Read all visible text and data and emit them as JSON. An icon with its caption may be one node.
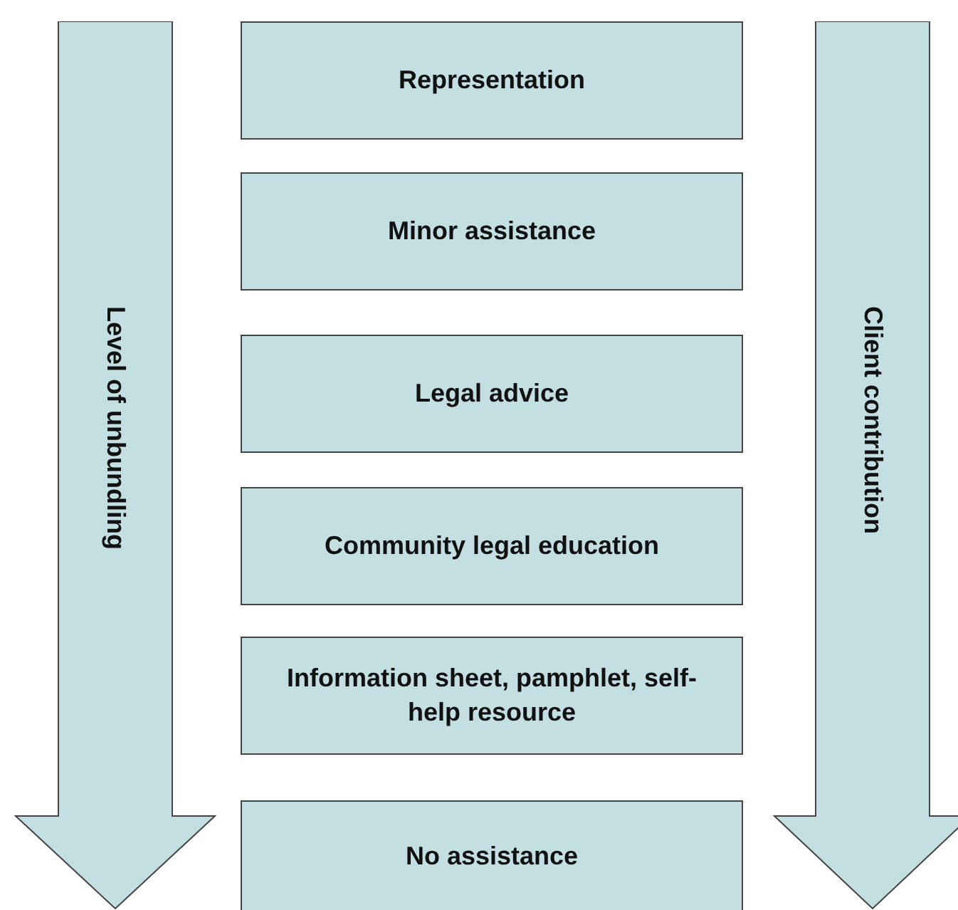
{
  "diagram": {
    "nodes": [
      {
        "text": [
          "Level of unbundling"
        ]
      },
      {
        "text": [
          "Representation"
        ]
      },
      {
        "text": [
          "Minor assistance"
        ]
      },
      {
        "text": [
          "Legal advice"
        ]
      },
      {
        "text": [
          "Community legal education"
        ]
      },
      {
        "text": [
          "Information sheet, pamphlet, self-help resource"
        ]
      },
      {
        "text": [
          "No assistance"
        ]
      },
      {
        "text": [
          "Client contribution"
        ]
      }
    ]
  }
}
